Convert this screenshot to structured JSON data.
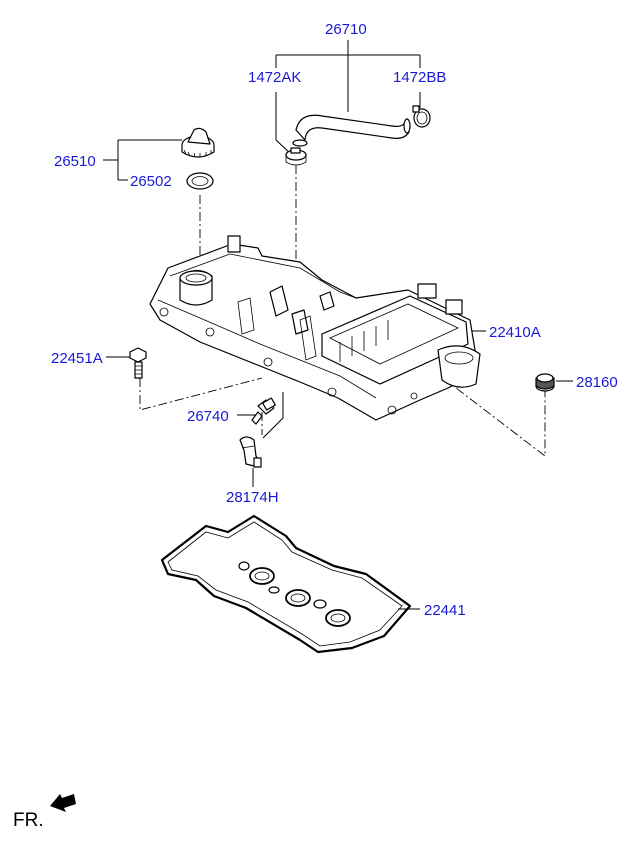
{
  "labels": {
    "hose_assembly": "26710",
    "clamp_left": "1472AK",
    "clamp_right": "1472BB",
    "oil_filler_cap": "26510",
    "cap_gasket": "26502",
    "cover_bolt": "22451A",
    "rocker_cover": "22410A",
    "grommet": "28160",
    "pcv_valve": "26740",
    "hose_clip": "28174H",
    "cover_gasket": "22441",
    "front_indicator": "FR."
  },
  "colors": {
    "label": "#1a1ad6",
    "line": "#000000"
  },
  "icons": {
    "front_arrow": "arrow-left-down-icon"
  }
}
